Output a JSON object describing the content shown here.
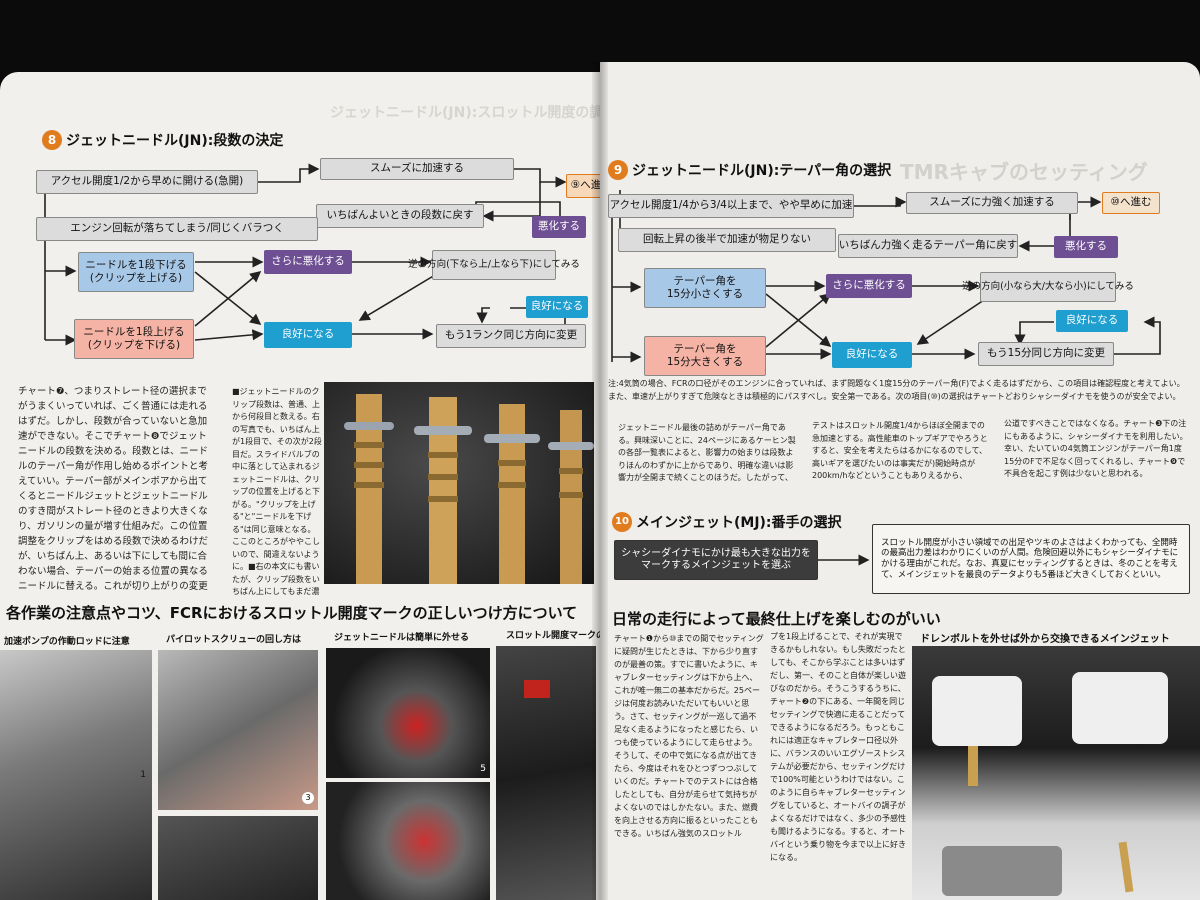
{
  "left": {
    "section8": {
      "number": "8",
      "title": "ジェットニードル(JN):段数の決定",
      "boxes": {
        "accel": "アクセル開度1/2から早めに開ける(急開)",
        "engine_drop": "エンジン回転が落ちてしまう/同じくバラつく",
        "smooth": "スムーズに加速する",
        "best_back": "いちばんよいときの段数に戻す",
        "worse_right": "悪化する",
        "next": "⑨へ進",
        "needle_down": "ニードルを1段下げる\n(クリップを上げる)",
        "needle_up": "ニードルを1段上げる\n(クリップを下げる)",
        "even_worse": "さらに悪化する",
        "reverse": "逆の方向(下なら上/上なら下)にしてみる",
        "better_small": "良好になる",
        "better": "良好になる",
        "one_more": "もう1ランク同じ方向に変更"
      }
    },
    "body_text": "チャート❼、つまりストレート径の選択までがうまくいっていれば、ごく普通には走れるはずだ。しかし、段数が合っていないと急加速ができない。そこでチャート❽でジェットニードルの段数を決める。段数とは、ニードルのテーパー角が作用し始めるポイントと考えていい。テーパー部がメインボアから出てくるとニードルジェットとジェットニードルのすき間がストレート径のときより大きくなり、ガソリンの量が増す仕組みだ。この位置調整をクリップをはめる段数で決めるわけだが、いちばん上、あるいは下にしても間に合わない場合、テーパーの始まる位置の異なるニードルに替える。これが切り上がりの変更だ。マニュアルの図をじっくり見るとわかる。",
    "note_text": "■ジェットニードルのクリップ段数は、普通、上から何段目と数える。右の写真でも、いちばん上が1段目で、その次が2段目だ。スライドバルブの中に落として込まれるジェットニードルは、クリップの位置を上げると下がる。\"クリップを上げる\"と\"ニードルを下げる\"は同じ意味となる。ここのところがややこしいので、間違えないように。■右の本文にも書いたが、クリップ段数をいちばん上にしてもまだ濃すぎたり、最下段でも薄すぎるときに限って、切り上がりは異なるジェットニードルの出番となる。この選択は表とのにらめっこだ。",
    "bottom_heading": "各作業の注意点やコツ、FCRにおけるスロットル開度マークの正しいつけ方について",
    "captions": [
      "加速ポンプの作動ロッドに注意",
      "パイロットスクリューの回し方は",
      "ジェットニードルは簡単に外せる",
      "スロットル開度マークのつけ方"
    ],
    "photo_numbers": [
      "1",
      "3",
      "5"
    ]
  },
  "right": {
    "ghost_header": "TMRキャブのセッティング",
    "section9": {
      "number": "9",
      "title": "ジェットニードル(JN):テーパー角の選択",
      "boxes": {
        "accel": "アクセル開度1/4から3/4以上まで、やや早めに加速",
        "rpm_lack": "回転上昇の後半で加速が物足りない",
        "smooth": "スムーズに力強く加速する",
        "go_10": "⑩へ進む",
        "strongest_back": "いちばん力強く走るテーパー角に戻す",
        "worse_right": "悪化する",
        "taper_small": "テーパー角を\n15分小さくする",
        "taper_big": "テーパー角を\n15分大きくする",
        "even_worse": "さらに悪化する",
        "reverse": "逆の方向(小なら大/大なら小)にしてみる",
        "better_small": "良好になる",
        "better": "良好になる",
        "one_more": "もう15分同じ方向に変更"
      }
    },
    "note9": "注:4気筒の場合、FCRの口径がそのエンジンに合っていれば、まず問題なく1度15分のテーパー角(F)でよく走るはずだから、この項目は確認程度と考えてよい。また、車速が上がりすぎて危険なときは積極的にパスすべし。安全第一である。次の項目(⑩)の選択はチャートどおりシャシーダイナモを使うのが安全でよい。",
    "col1": "ジェットニードル最後の詰めがテーパー角である。興味深いことに、24ページにあるケーヒン製の各部一覧表によると、影響力の始まりは段数よりほんのわずかに上からであり、明確な違いは影響力が全開まで続くことのほうだ。したがって、",
    "col2": "テストはスロットル開度1/4からほぼ全開までの急加速とする。高性能車のトップギアでやろうとすると、安全を考えたらはるかになるのでして、高いギアを選びたいのは事実だが)開始時点が200km/hなどということもありえるから、",
    "col3": "公道ですべきことではなくなる。チャート❸下の注にもあるように、シャシーダイナモを利用したい。幸い、たいていの4気筒エンジンがテーパー角1度15分のFで不足なく回ってくれるし、チャート❾で不具合を起こす例は少ないと思われる。",
    "section10": {
      "number": "10",
      "title": "メインジェット(MJ):番手の選択",
      "left_box": "シャシーダイナモにかけ最も大きな出力を\nマークするメインジェットを選ぶ",
      "right_box": "スロットル開度が小さい領域での出足やツキのよさはよくわかっても、全開時の最高出力差はわかりにくいのが人間。危険回避以外にもシャシーダイナモにかける理由がこれだ。なお、真夏にセッティングするときは、冬のことを考えて、メインジェットを最良のデータよりも5番ほど大きくしておくといい。"
    },
    "bottom_heading": "日常の走行によって最終仕上げを楽しむのがいい",
    "bcol1": "チャート❶から⑩までの間でセッティングに疑問が生じたときは、下から少り直すのが最善の策。すでに書いたように、キャブレターセッティングは下から上へ、これが唯一無二の基本だからだ。25ページは何度お読みいただいてもいいと思う。さて、セッティングが一巡して過不足なく走るようになったと感じたら、いつも使っているようにして走らせよう。そうして、その中で気になる点が出てきたら、今度はそれをひとつずつつぶしていくのだ。チャートでのテストには合格したとしても、自分が走らせて気持ちがよくないのではしかたない。また、燃費を向上させる方向に振るといったこともできる。いちばん強気のスロットル",
    "bcol2": "プを1段上げることで、それが実現できるかもしれない。もし失敗だったとしても、そこから学ぶことは多いはずだし、第一、そのこと自体が楽しい遊びなのだから。そうこうするうちに、チャート❷の下にある、一年間を同じセッティングで快適に走ることだってできるようになるだろう。もっともこれには適正なキャブレター口径以外に、バランスのいいエグゾーストシステムが必要だから、セッティングだけで100%可能というわけではない。このように自らキャブレターセッティングをしていると、オートバイの調子がよくなるだけではなく、多少の予感性も聞けるようになる。すると、オートバイという乗り物を今まで以上に好きになる。",
    "photo_caption": "ドレンボルトを外せば外から交換できるメインジェット"
  }
}
